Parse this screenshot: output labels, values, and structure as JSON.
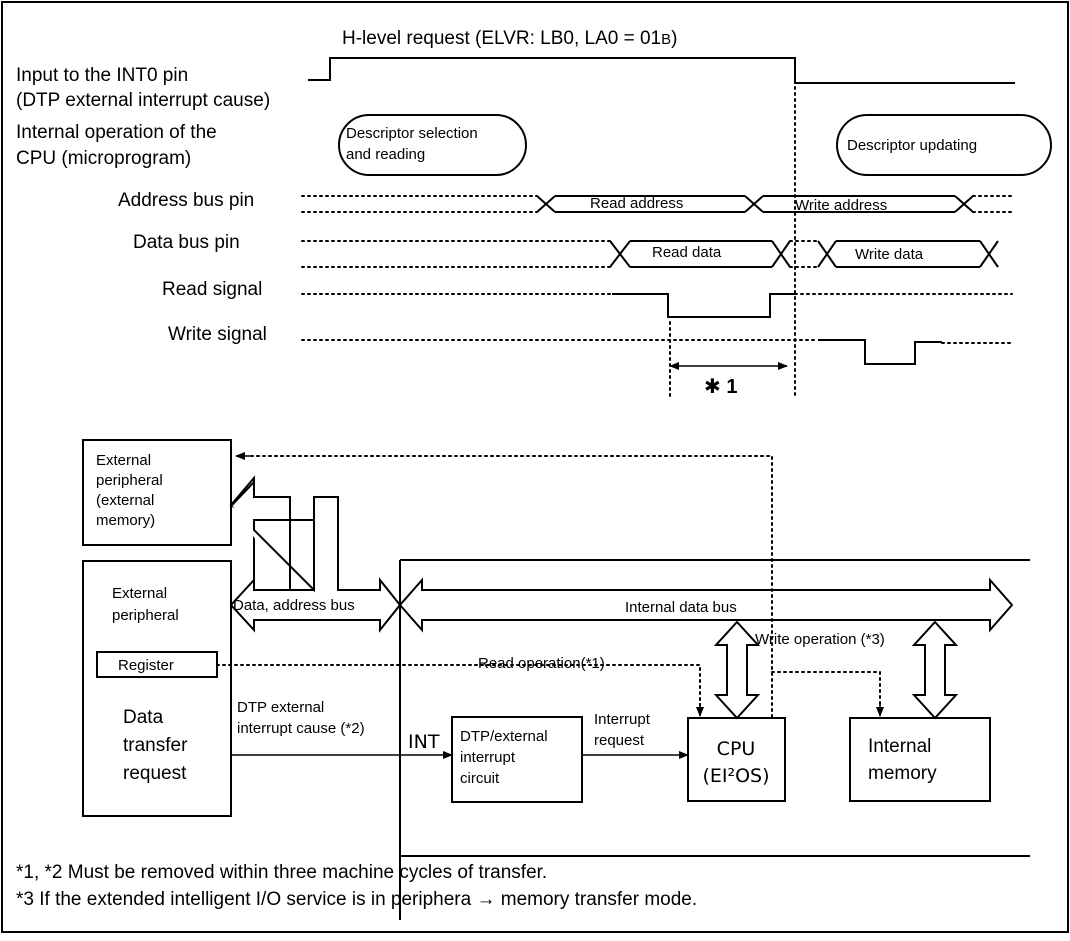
{
  "timing": {
    "header": "H-level request (ELVR: LB0, LA0 = 01",
    "header_sub": "B",
    "header_close": ")",
    "int0_line1": "Input to the INT0 pin",
    "int0_line2": "(DTP external interrupt cause)",
    "cpu_line1": "Internal operation of the",
    "cpu_line2": "CPU (microprogram)",
    "desc_sel_line1": "Descriptor selection",
    "desc_sel_line2": "and reading",
    "desc_update": "Descriptor updating",
    "addr_bus": "Address bus pin",
    "data_bus": "Data bus pin",
    "read_signal": "Read signal",
    "write_signal": "Write signal",
    "read_address": "Read address",
    "write_address": "Write address",
    "read_data": "Read data",
    "write_data": "Write data",
    "note_marker": "✱ 1"
  },
  "block": {
    "ext_mem_line1": "External",
    "ext_mem_line2": "peripheral",
    "ext_mem_line3": "(external",
    "ext_mem_line4": "memory)",
    "ext_per_line1": "External",
    "ext_per_line2": "peripheral",
    "register": "Register",
    "dtr_line1": "Data",
    "dtr_line2": "transfer",
    "dtr_line3": "request",
    "data_addr_bus": "Data, address bus",
    "internal_bus": "Internal data bus",
    "write_op": "Write operation (*3)",
    "read_op": "Read operation(*1)",
    "dtp_cause_line1": "DTP external",
    "dtp_cause_line2": "interrupt cause (*2)",
    "int_label": "INT",
    "dtp_circuit_line1": "DTP/external",
    "dtp_circuit_line2": "interrupt",
    "dtp_circuit_line3": "circuit",
    "irq_line1": "Interrupt",
    "irq_line2": "request",
    "cpu_line1": "CPU",
    "cpu_line2": "(EI²OS)",
    "int_mem_line1": "Internal",
    "int_mem_line2": "memory"
  },
  "notes": {
    "note1": "*1, *2  Must be removed within three machine cycles of transfer.",
    "note2": "*3  If the extended intelligent I/O service is in periphera → memory transfer mode."
  }
}
